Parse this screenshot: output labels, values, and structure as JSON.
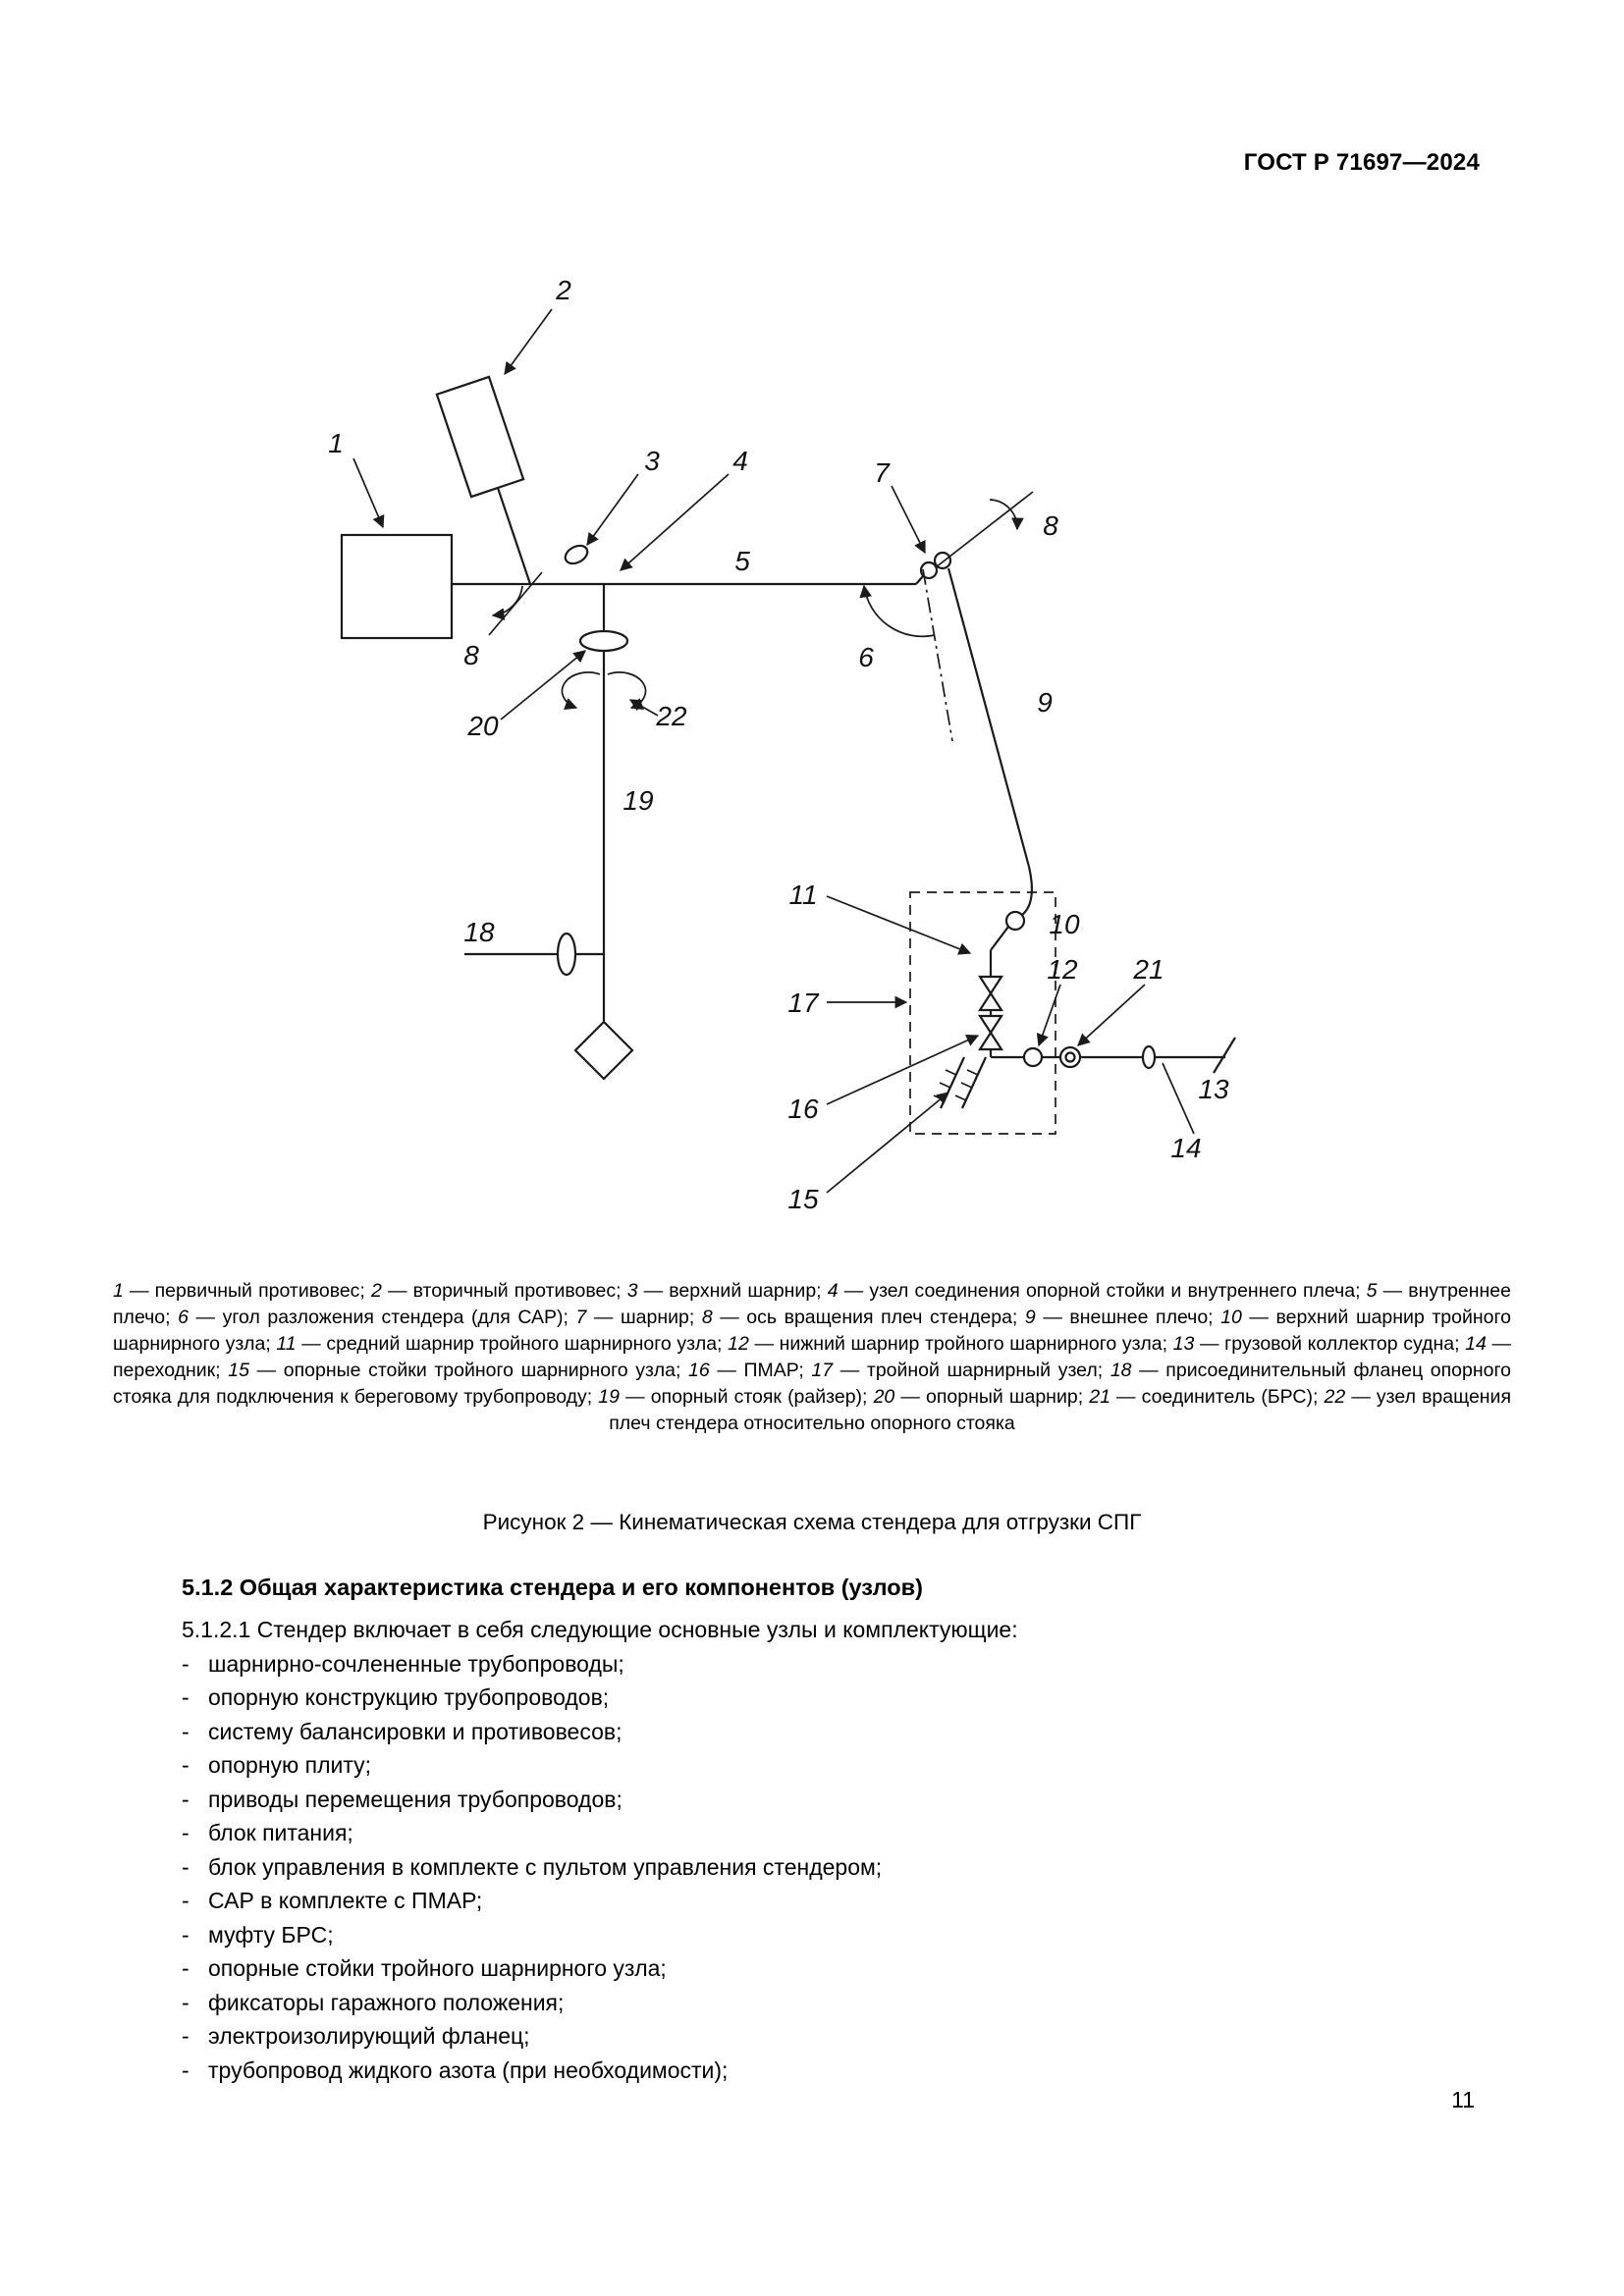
{
  "page": {
    "header": "ГОСТ Р 71697—2024",
    "page_number": "11"
  },
  "figure": {
    "caption": "Рисунок 2 — Кинематическая схема стендера для отгрузки СПГ",
    "labels": {
      "n1": "1",
      "n2": "2",
      "n3": "3",
      "n4": "4",
      "n5": "5",
      "n6": "6",
      "n7": "7",
      "n8a": "8",
      "n8b": "8",
      "n9": "9",
      "n10": "10",
      "n11": "11",
      "n12": "12",
      "n13": "13",
      "n14": "14",
      "n15": "15",
      "n16": "16",
      "n17": "17",
      "n18": "18",
      "n19": "19",
      "n20": "20",
      "n21": "21",
      "n22": "22"
    },
    "separators": {
      "dash": " — ",
      "between": "; "
    },
    "legend_items": [
      {
        "num": "1",
        "text": "первичный противовес"
      },
      {
        "num": "2",
        "text": "вторичный противовес"
      },
      {
        "num": "3",
        "text": "верхний шарнир"
      },
      {
        "num": "4",
        "text": "узел соединения опорной стойки и внутреннего плеча"
      },
      {
        "num": "5",
        "text": "внутреннее плечо"
      },
      {
        "num": "6",
        "text": "угол разложения стендера (для САР)"
      },
      {
        "num": "7",
        "text": "шарнир"
      },
      {
        "num": "8",
        "text": "ось вращения плеч стендера"
      },
      {
        "num": "9",
        "text": "внешнее плечо"
      },
      {
        "num": "10",
        "text": "верхний шарнир тройного шарнирного узла"
      },
      {
        "num": "11",
        "text": "средний шарнир тройного шарнирного узла"
      },
      {
        "num": "12",
        "text": "нижний шарнир тройного шарнирного узла"
      },
      {
        "num": "13",
        "text": "грузовой коллектор судна"
      },
      {
        "num": "14",
        "text": "переходник"
      },
      {
        "num": "15",
        "text": "опорные стойки тройного шарнирного узла"
      },
      {
        "num": "16",
        "text": "ПМАР"
      },
      {
        "num": "17",
        "text": "тройной шарнирный узел"
      },
      {
        "num": "18",
        "text": "присоединительный фланец опорного стояка для подключения к береговому трубопроводу"
      },
      {
        "num": "19",
        "text": "опорный стояк (райзер)"
      },
      {
        "num": "20",
        "text": "опорный шарнир"
      },
      {
        "num": "21",
        "text": "соединитель (БРС)"
      },
      {
        "num": "22",
        "text": "узел вращения плеч стендера относительно опорного стояка"
      }
    ]
  },
  "section": {
    "heading": "5.1.2 Общая характеристика стендера и его компонентов (узлов)",
    "intro": "5.1.2.1 Стендер включает в себя следующие основные узлы и комплектующие:",
    "list_marker": "-",
    "items": [
      "шарнирно-сочлененные трубопроводы;",
      "опорную конструкцию трубопроводов;",
      "систему балансировки и противовесов;",
      "опорную плиту;",
      "приводы перемещения трубопроводов;",
      "блок питания;",
      "блок управления в комплекте с пультом управления стендером;",
      "САР в комплекте с ПМАР;",
      "муфту БРС;",
      "опорные стойки тройного шарнирного узла;",
      "фиксаторы гаражного положения;",
      "электроизолирующий фланец;",
      "трубопровод жидкого азота (при необходимости);"
    ]
  }
}
